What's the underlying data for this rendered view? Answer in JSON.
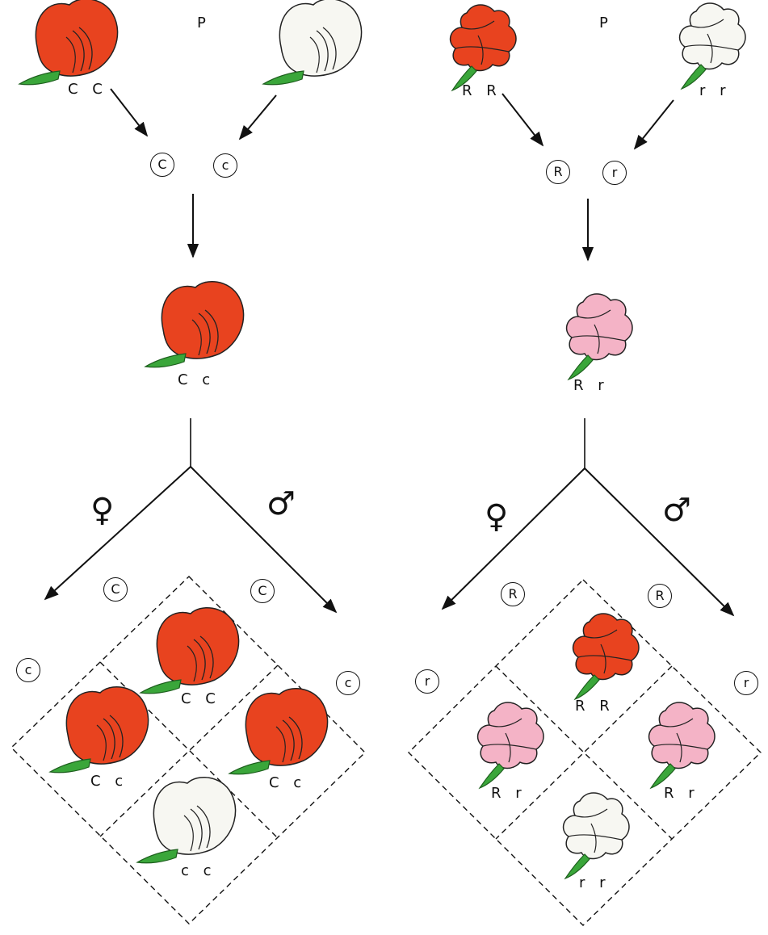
{
  "colors": {
    "red": "#e8431f",
    "pink": "#f4b3c6",
    "white": "#f7f7f2",
    "stem": "#3aa63a",
    "line": "#111111"
  },
  "left_panel": {
    "generation_label": "P",
    "parent_red_genotype": "C C",
    "parent_white_genotype": "",
    "gamete_dominant": "C",
    "gamete_recessive": "c",
    "f1_genotype": "C c",
    "female_symbol": "♀",
    "male_symbol": "♂",
    "grid_female_gamete": "C",
    "grid_male_gamete": "C",
    "grid_left_gamete": "c",
    "grid_right_gamete": "c",
    "offspring": {
      "top": "C C",
      "left": "C c",
      "right": "C c",
      "bottom": "c c"
    }
  },
  "right_panel": {
    "generation_label": "P",
    "parent_red_genotype": "R R",
    "parent_white_genotype": "r r",
    "gamete_dominant": "R",
    "gamete_recessive": "r",
    "f1_genotype": "R r",
    "female_symbol": "♀",
    "male_symbol": "♂",
    "grid_female_gamete": "R",
    "grid_male_gamete": "R",
    "grid_left_gamete": "r",
    "grid_right_gamete": "r",
    "offspring": {
      "top": "R R",
      "left": "R r",
      "right": "R r",
      "bottom": "r r"
    }
  }
}
